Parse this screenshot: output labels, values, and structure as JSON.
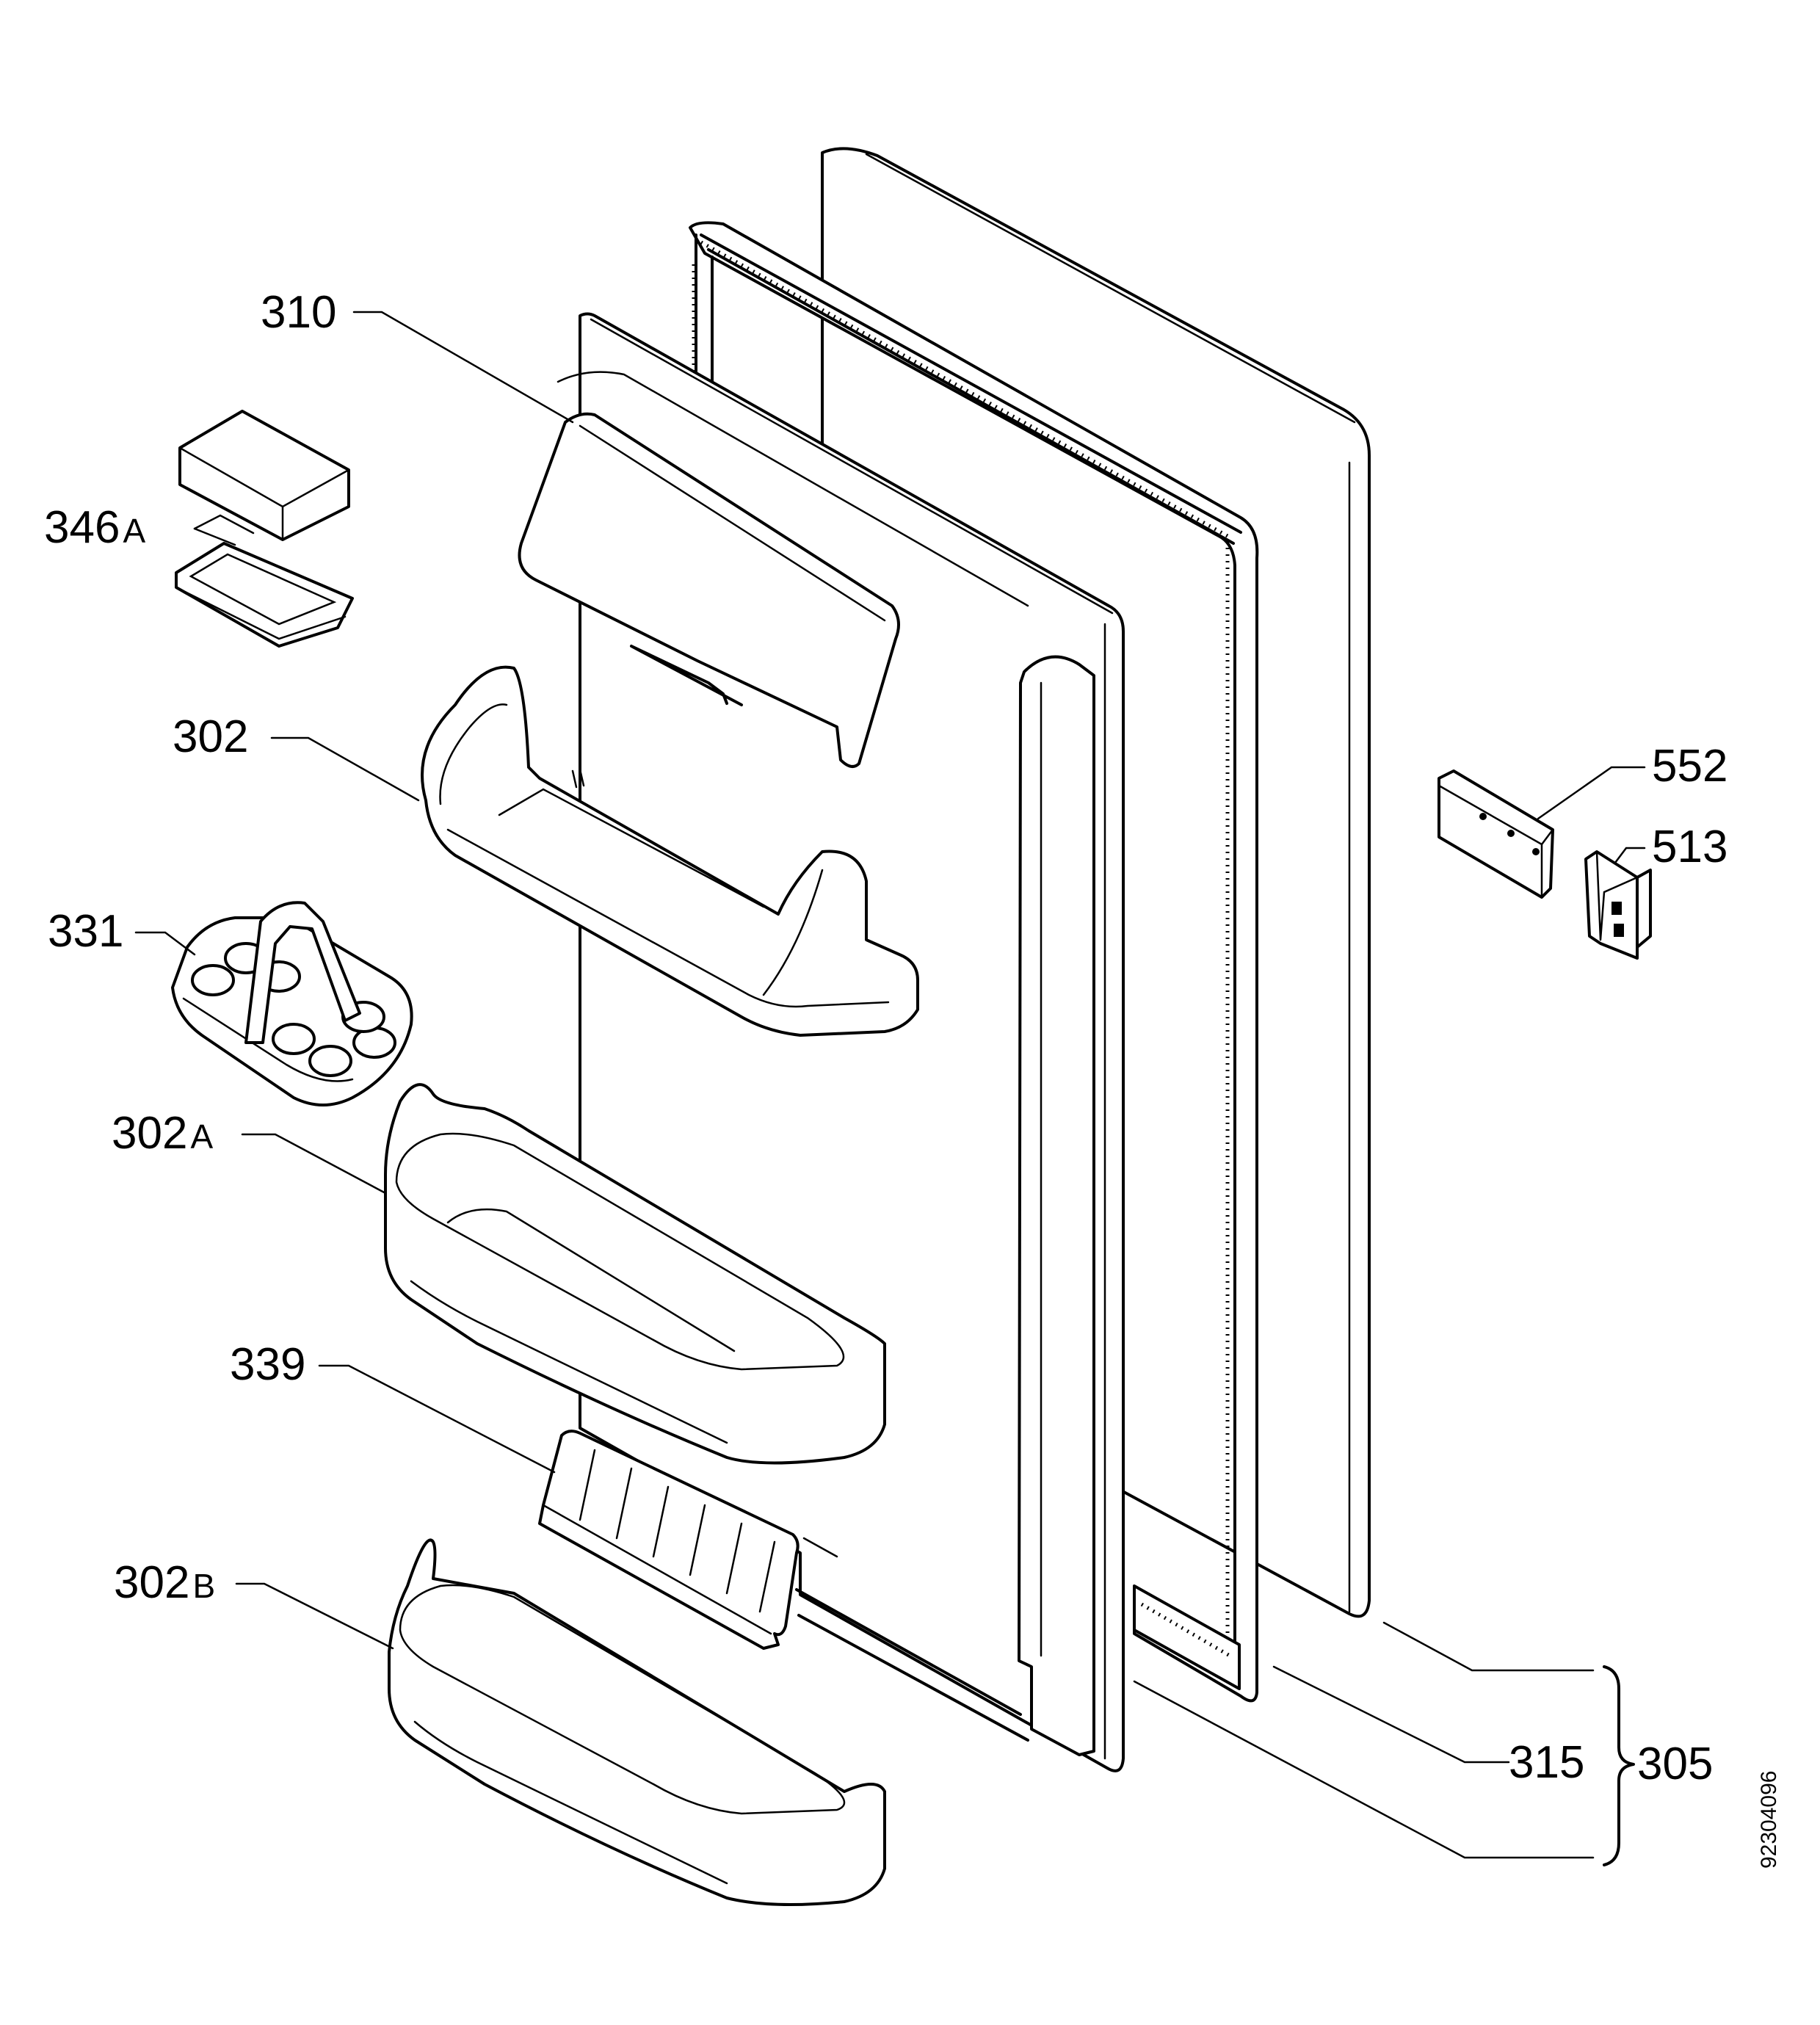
{
  "labels": {
    "p310": {
      "num": "310",
      "suffix": ""
    },
    "p346a": {
      "num": "346",
      "suffix": "A"
    },
    "p302": {
      "num": "302",
      "suffix": ""
    },
    "p331": {
      "num": "331",
      "suffix": ""
    },
    "p302a": {
      "num": "302",
      "suffix": "A"
    },
    "p339": {
      "num": "339",
      "suffix": ""
    },
    "p302b": {
      "num": "302",
      "suffix": "B"
    },
    "p552": {
      "num": "552",
      "suffix": ""
    },
    "p513": {
      "num": "513",
      "suffix": ""
    },
    "p315": {
      "num": "315",
      "suffix": ""
    },
    "p305": {
      "num": "305",
      "suffix": ""
    }
  },
  "drawing_code": "92304096"
}
